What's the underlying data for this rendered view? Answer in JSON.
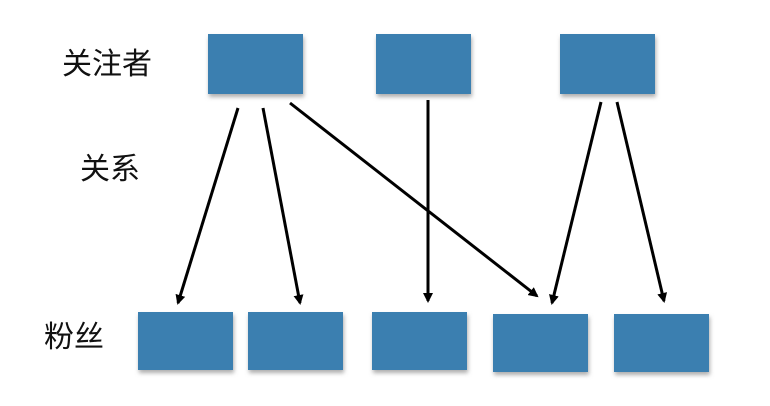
{
  "labels": {
    "followers_row": "关注者",
    "relation_row": "关系",
    "fans_row": "粉丝"
  },
  "colors": {
    "node_fill": "#3a7fb0",
    "node_shadow": "#9a9a9a",
    "arrow": "#000000"
  },
  "graph": {
    "followers": [
      "f1",
      "f2",
      "f3"
    ],
    "fans": [
      "a1",
      "a2",
      "a3",
      "a4",
      "a5"
    ],
    "relations": [
      {
        "from": "f1",
        "to": "a1"
      },
      {
        "from": "f1",
        "to": "a2"
      },
      {
        "from": "f1",
        "to": "a4"
      },
      {
        "from": "f2",
        "to": "a3"
      },
      {
        "from": "f3",
        "to": "a4"
      },
      {
        "from": "f3",
        "to": "a5"
      }
    ]
  }
}
